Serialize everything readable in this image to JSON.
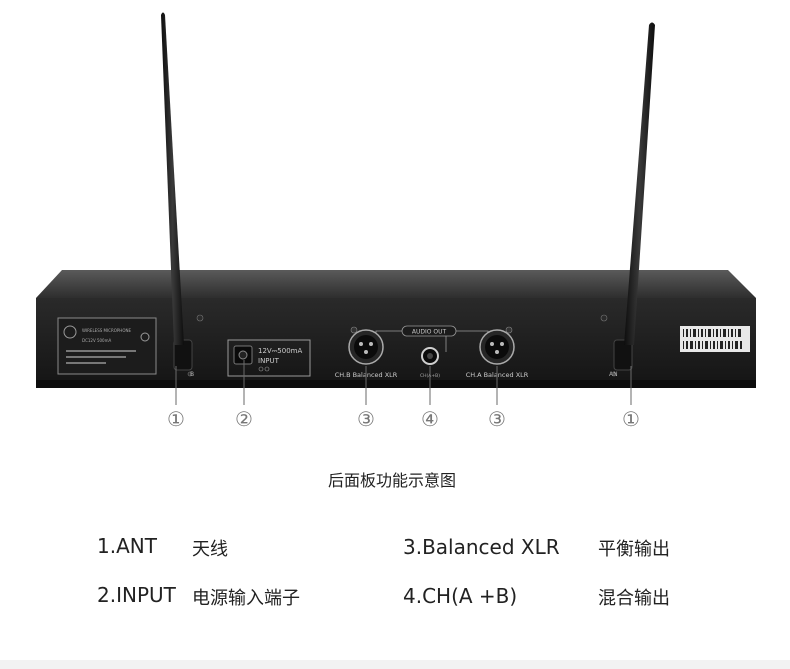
{
  "panel": {
    "sticker_brand_line1": "WIRELESS MICROPHONE",
    "sticker_model": "DC12V 500mA",
    "power_rating": "12V⎓500mA",
    "power_label": "INPUT",
    "audio_out_label": "AUDIO OUT",
    "xlr_b_label": "CH.B Balanced XLR",
    "xlr_a_label": "CH.A Balanced XLR",
    "mix_label": "CH(A+B)",
    "ant_b_label": "B",
    "ant_a_label": "AN"
  },
  "callouts": {
    "c1": "①",
    "c2": "②",
    "c3": "③",
    "c4": "④",
    "c5": "③",
    "c6": "①"
  },
  "caption": "后面板功能示意图",
  "legend": [
    {
      "en": "1.ANT",
      "cn": "天线"
    },
    {
      "en": "2.INPUT",
      "cn": "电源输入端子"
    },
    {
      "en": "3.Balanced XLR",
      "cn": "平衡输出"
    },
    {
      "en": "4.CH(A +B)",
      "cn": "混合输出"
    }
  ]
}
